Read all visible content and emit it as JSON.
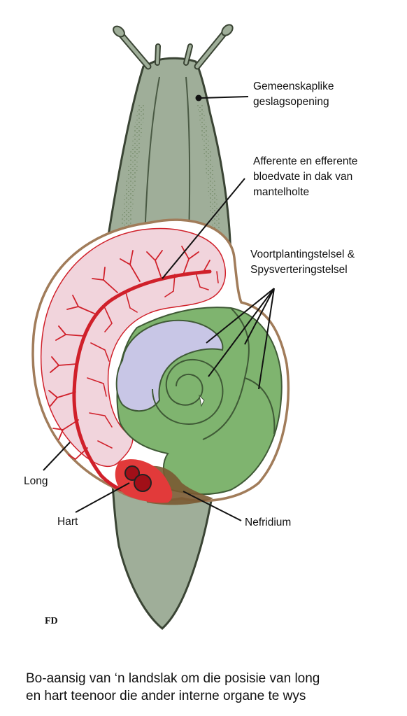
{
  "labels": {
    "genital_opening": [
      "Gemeenskaplike",
      "geslagsopening"
    ],
    "blood_vessels": [
      "Afferente en efferente",
      "bloedvate in dak van",
      "mantelholte"
    ],
    "systems": [
      "Voortplantingstelsel &",
      "Spysverteringstelsel"
    ],
    "lung": "Long",
    "heart": "Hart",
    "nephridium": "Nefridium"
  },
  "signature": "FD",
  "caption": [
    "Bo-aansig van ‘n landslak om die posisie van long",
    "en hart teenoor die ander interne organe te wys"
  ],
  "colors": {
    "body": "#9fae99",
    "body_outline": "#3a4434",
    "shell_outline": "#a17c5a",
    "lung": "#f1d4dc",
    "vessels": "#d0202a",
    "organs": "#7fb46f",
    "gland": "#c8c6e6",
    "heart": "#c4141e",
    "nephridium": "#7a5a32"
  }
}
